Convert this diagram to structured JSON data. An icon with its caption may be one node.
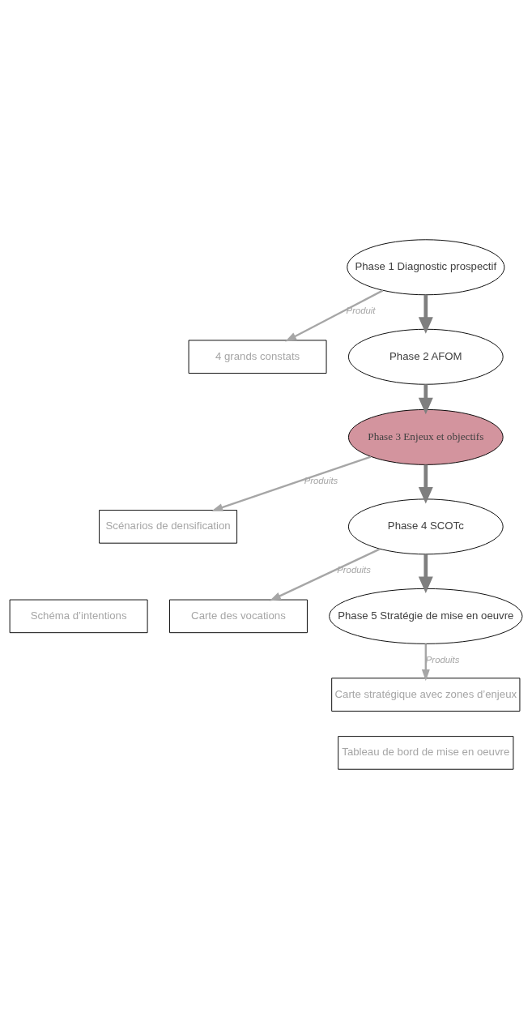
{
  "diagram": {
    "nodes": [
      {
        "text": [
          "Phase 1 Diagnostic prospectif"
        ]
      },
      {
        "text": [
          "4 grands constats"
        ]
      },
      {
        "text": [
          "Phase 2 AFOM"
        ]
      },
      {
        "text": [
          "Phase 3 Enjeux et objectifs"
        ]
      },
      {
        "text": [
          "Scénarios de densification"
        ]
      },
      {
        "text": [
          "Schéma d’intentions"
        ]
      },
      {
        "text": [
          "Phase 4 SCOTc"
        ]
      },
      {
        "text": [
          "Carte des vocations"
        ]
      },
      {
        "text": [
          "Phase 5 Stratégie de mise en oeuvre"
        ]
      },
      {
        "text": [
          "Carte stratégique avec zones d’enjeux"
        ]
      },
      {
        "text": [
          "Tableau de bord de mise en oeuvre"
        ]
      }
    ],
    "edges": [
      {
        "from": 0,
        "to": 1,
        "arrow": "to",
        "label": "Produit",
        "color": "#a6a6a6"
      },
      {
        "from": 0,
        "to": 2,
        "arrow": "to",
        "style": "thick"
      },
      {
        "from": 2,
        "to": 3,
        "arrow": "to",
        "style": "thick"
      },
      {
        "from": 3,
        "to": 4,
        "arrow": "to",
        "label": "Produits",
        "color": "#a6a6a6"
      },
      {
        "from": 3,
        "to": 6,
        "arrow": "to",
        "style": "thick"
      },
      {
        "from": 6,
        "to": 7,
        "arrow": "to",
        "label": "Produits",
        "color": "#a6a6a6"
      },
      {
        "from": 6,
        "to": 8,
        "arrow": "to",
        "style": "thick"
      },
      {
        "from": 8,
        "to": 9,
        "arrow": "to",
        "label": "Produits",
        "color": "#a6a6a6"
      }
    ]
  }
}
